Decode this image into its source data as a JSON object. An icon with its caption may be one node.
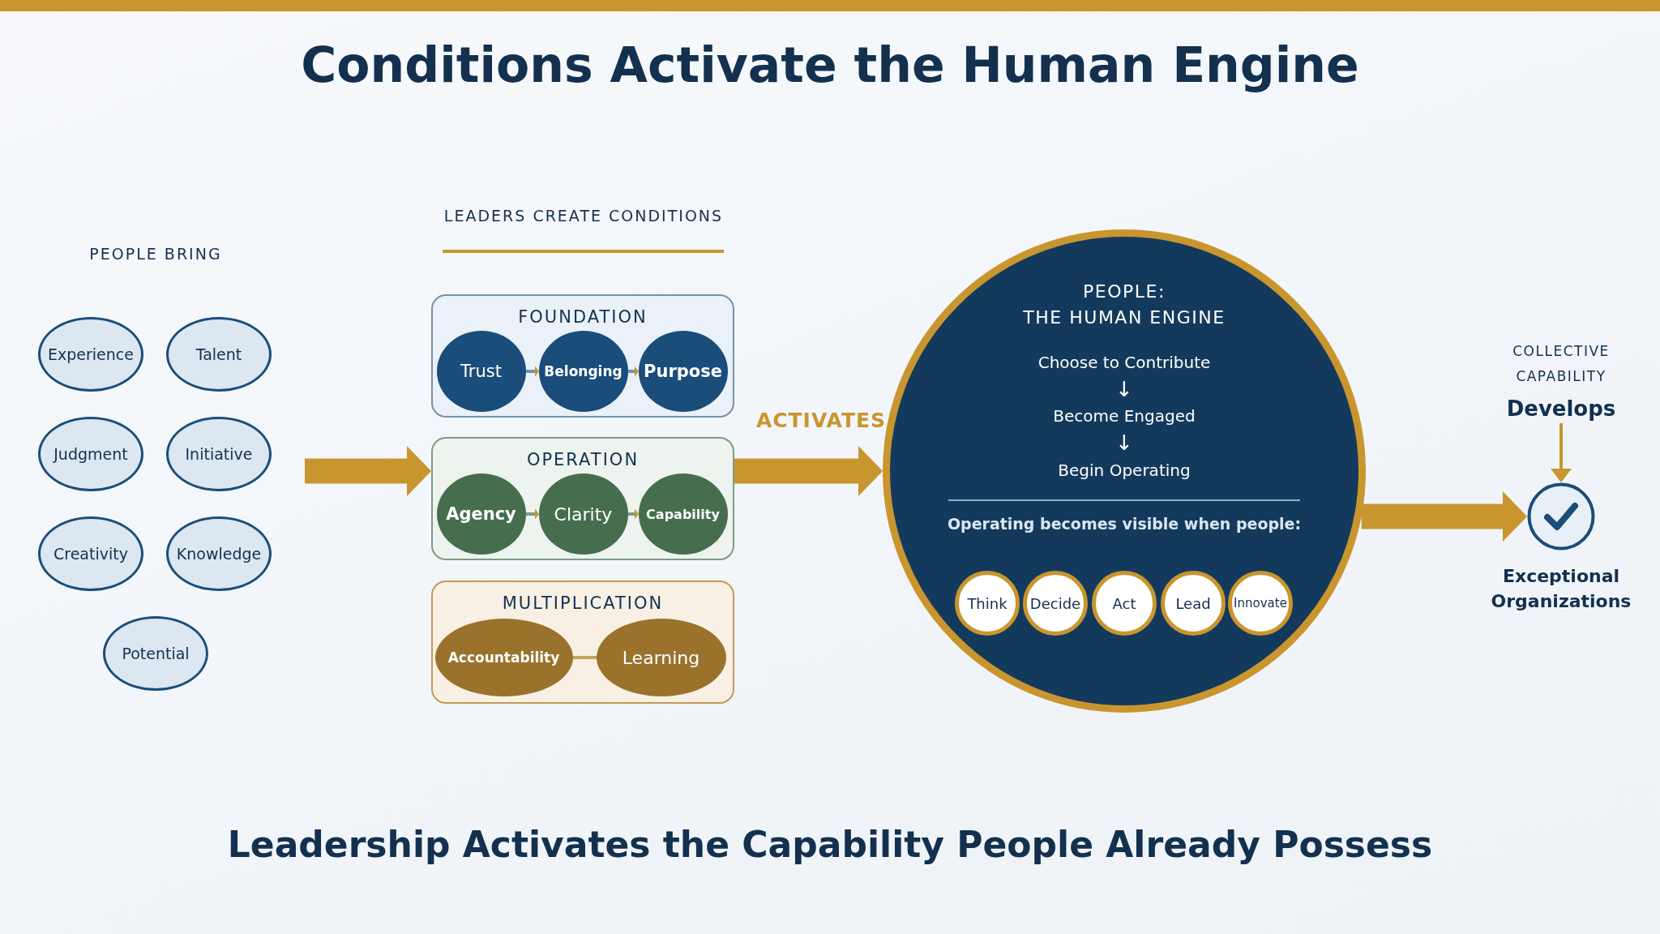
{
  "diagram": {
    "title": "Conditions Activate the Human Engine",
    "caption": "Leadership Activates the Capability People Already Possess",
    "nodes": [
      {
        "text": [
          "Experience"
        ]
      },
      {
        "text": [
          "Talent"
        ]
      },
      {
        "text": [
          "Judgment"
        ]
      },
      {
        "text": [
          "Initiative"
        ]
      },
      {
        "text": [
          "Creativity"
        ]
      },
      {
        "text": [
          "Knowledge"
        ]
      },
      {
        "text": [
          "Potential"
        ]
      },
      {
        "text": [
          "FOUNDATION"
        ]
      },
      {
        "text": [
          "Trust"
        ],
        "in": 7
      },
      {
        "text": [
          "Belonging"
        ],
        "in": 7
      },
      {
        "text": [
          "Purpose"
        ],
        "in": 7
      },
      {
        "text": [
          "OPERATION"
        ]
      },
      {
        "text": [
          "Agency"
        ],
        "in": 11
      },
      {
        "text": [
          "Clarity"
        ],
        "in": 11
      },
      {
        "text": [
          "Capability"
        ],
        "in": 11
      },
      {
        "text": [
          "MULTIPLICATION"
        ]
      },
      {
        "text": [
          "Accountability"
        ],
        "in": 15
      },
      {
        "text": [
          "Learning"
        ],
        "in": 15
      },
      {
        "text": [
          "PEOPLE: THE HUMAN ENGINE",
          "Choose to Contribute",
          "↓",
          "Become Engaged",
          "↓",
          "Begin Operating",
          "Operating becomes visible when people:"
        ]
      },
      {
        "text": [
          "Think"
        ],
        "in": 18
      },
      {
        "text": [
          "Decide"
        ],
        "in": 18
      },
      {
        "text": [
          "Act"
        ],
        "in": 18
      },
      {
        "text": [
          "Lead"
        ],
        "in": 18
      },
      {
        "text": [
          "Innovate"
        ],
        "in": 18
      },
      {
        "text": [
          "COLLECTIVE CAPABILITY",
          "Develops"
        ]
      },
      {
        "text": [],
        "shape": "circle",
        "beside": [
          "Exceptional Organizations"
        ]
      }
    ],
    "edges": [
      {
        "from": null,
        "to": 11,
        "arrow": "to",
        "style": "thick"
      },
      {
        "from": 11,
        "to": 18,
        "arrow": "to",
        "style": "thick",
        "label": "ACTIVATES"
      },
      {
        "from": 18,
        "to": 25,
        "arrow": "to",
        "style": "thick"
      },
      {
        "from": 24,
        "to": 25,
        "arrow": "to"
      },
      {
        "from": 8,
        "to": 9,
        "arrow": "to",
        "color": "#7393ad"
      },
      {
        "from": 9,
        "to": 10,
        "arrow": "to",
        "color": "#7393ad"
      },
      {
        "from": 12,
        "to": 13,
        "arrow": "to",
        "color": "#7e9c84"
      },
      {
        "from": 13,
        "to": 14,
        "arrow": "to",
        "color": "#7e9c84"
      },
      {
        "from": 16,
        "to": 17,
        "arrow": "none",
        "color": "#c8a160"
      }
    ],
    "labels": [
      "PEOPLE BRING",
      "LEADERS CREATE CONDITIONS"
    ]
  }
}
